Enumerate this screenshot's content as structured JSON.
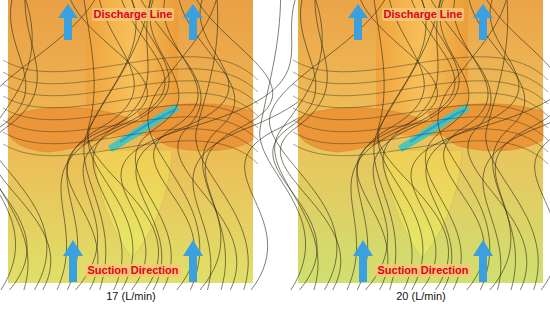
{
  "diagram": {
    "labels": [
      "Discharge Line",
      "Suction Direction",
      "17 (L/min)",
      "Discharge Line",
      "Suction Direction",
      "20 (L/min)"
    ]
  }
}
